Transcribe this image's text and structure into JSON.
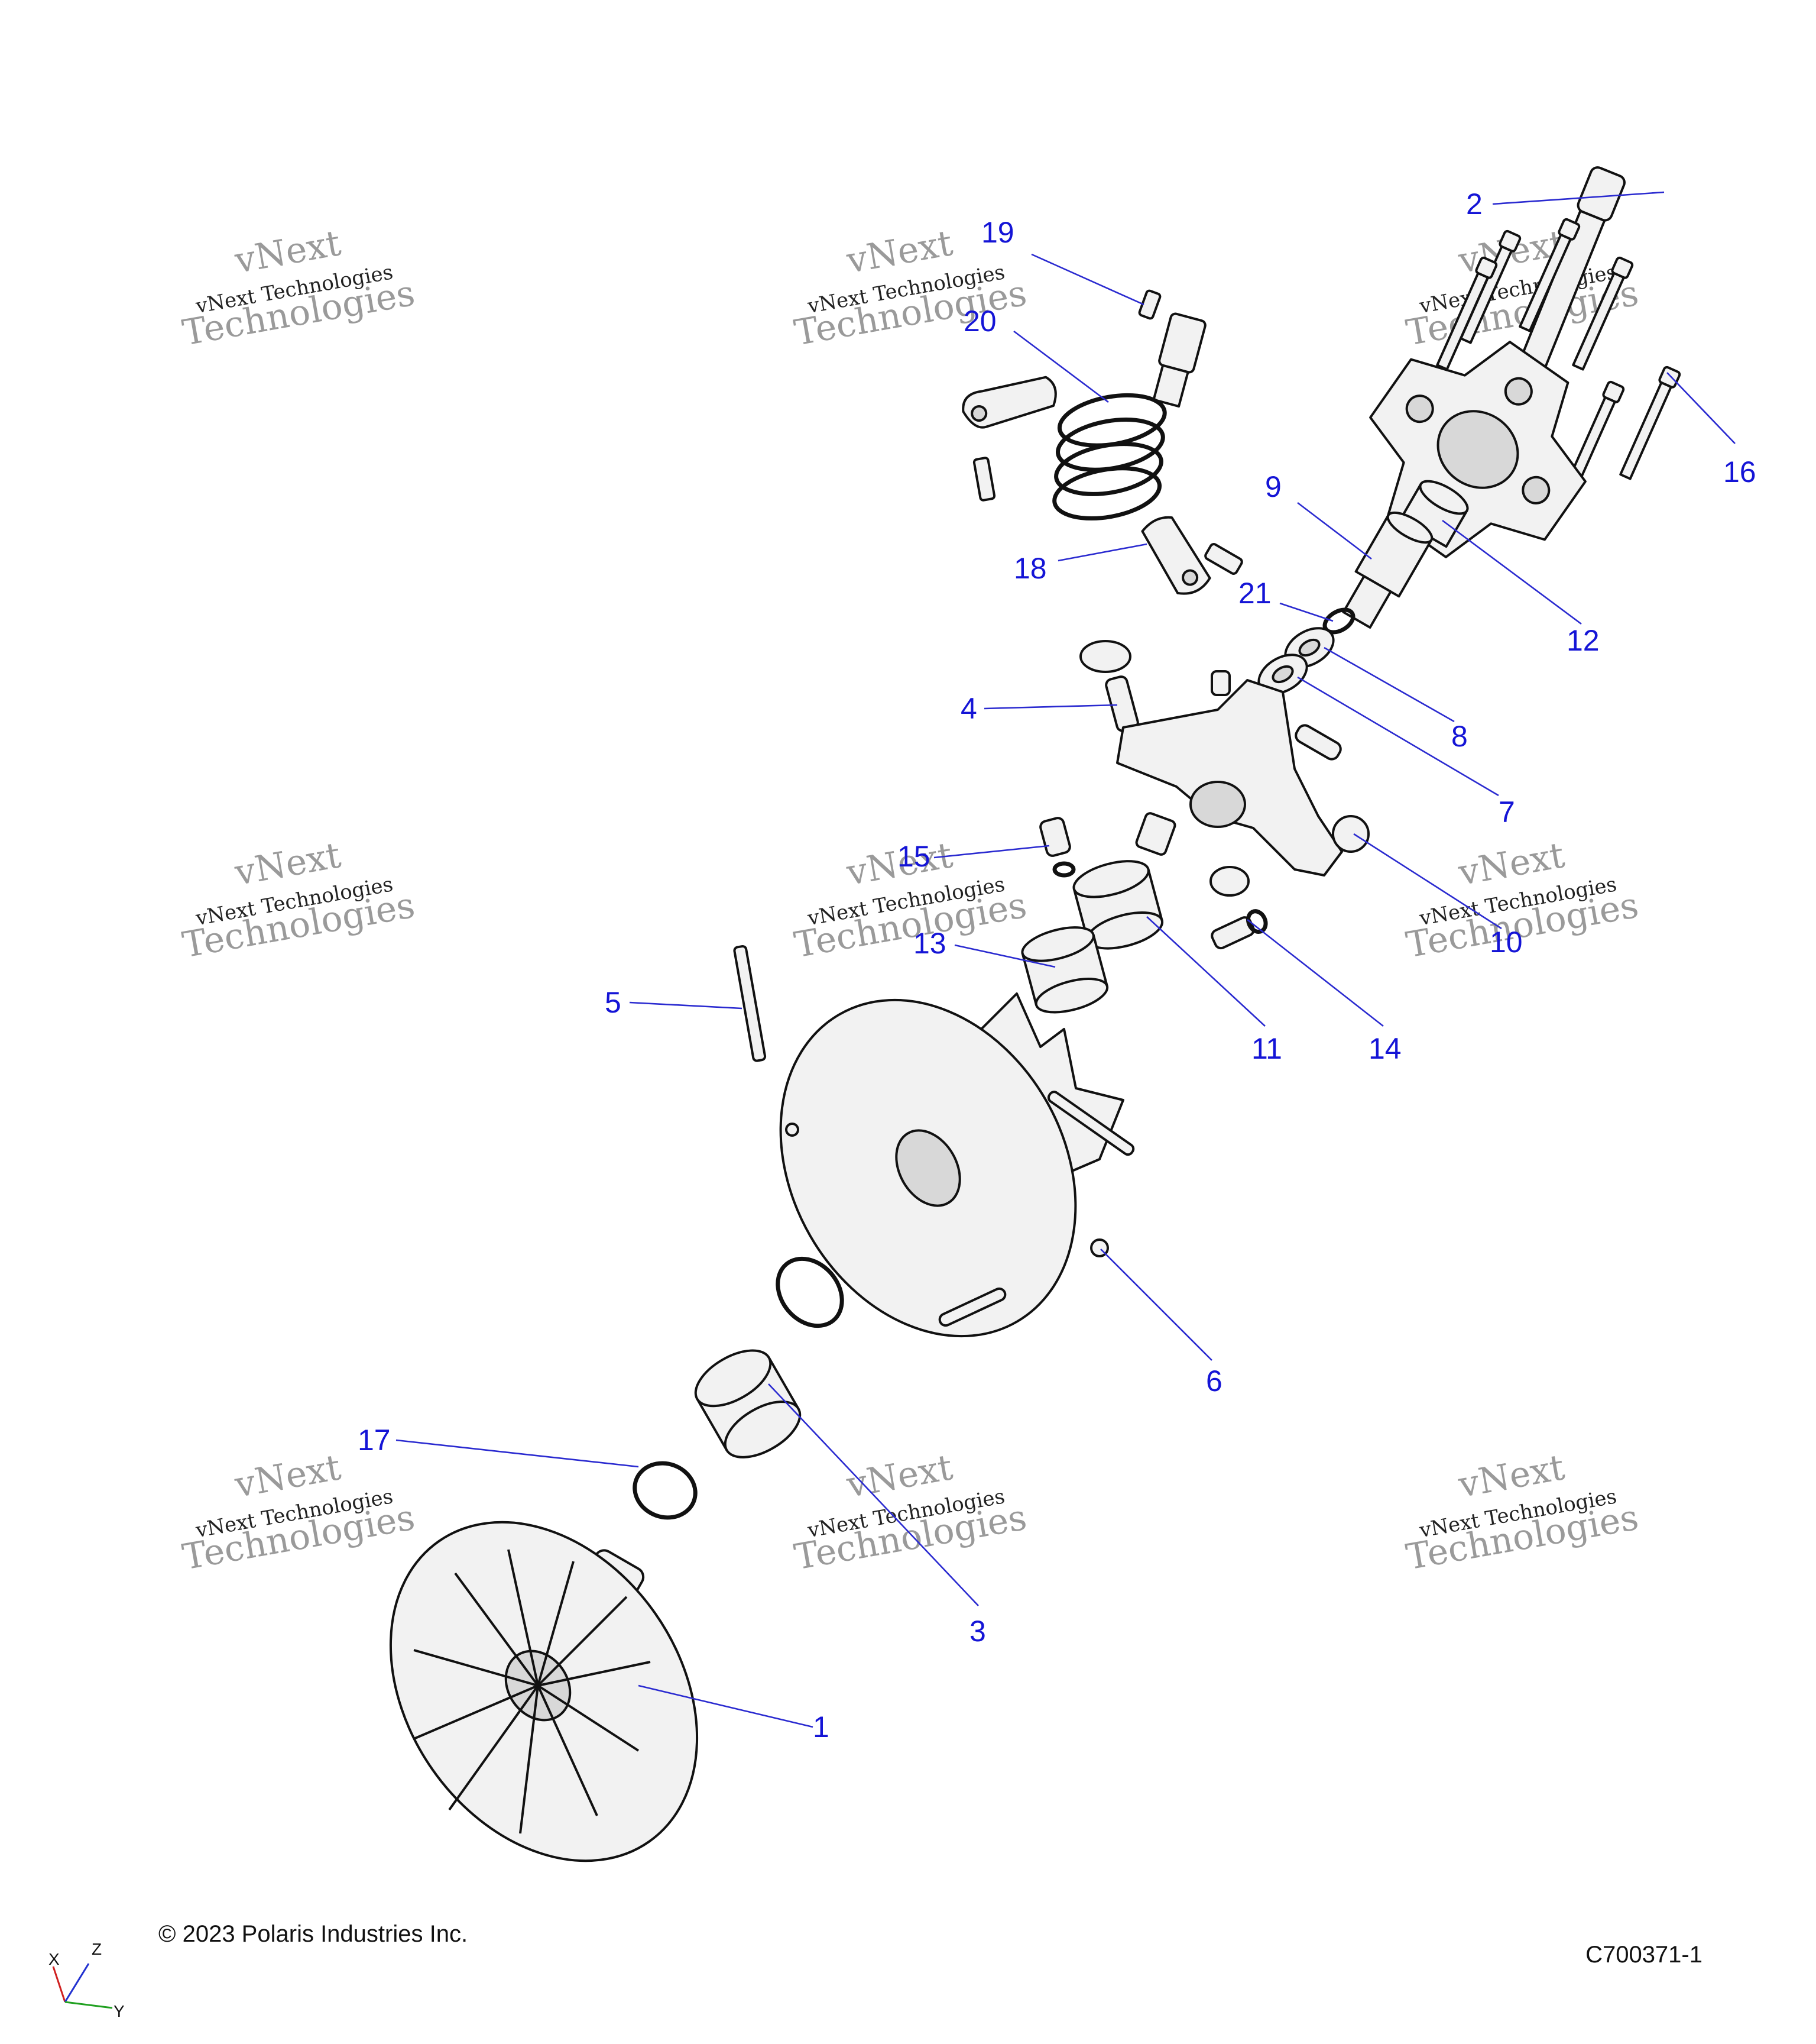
{
  "copyright": "© 2023 Polaris Industries Inc.",
  "drawing_id": "C700371-1",
  "watermark": {
    "line1": "vNext Technologies",
    "line2": "vNext",
    "line3": "Technologies"
  },
  "axes": {
    "x": "X",
    "y": "Y",
    "z": "Z"
  },
  "callouts": [
    "1",
    "2",
    "3",
    "4",
    "5",
    "6",
    "7",
    "8",
    "9",
    "10",
    "11",
    "12",
    "13",
    "14",
    "15",
    "16",
    "17",
    "18",
    "19",
    "20",
    "21"
  ],
  "colors": {
    "callout": "#1414d6",
    "leader": "#2a2ad0",
    "line": "#111111"
  }
}
